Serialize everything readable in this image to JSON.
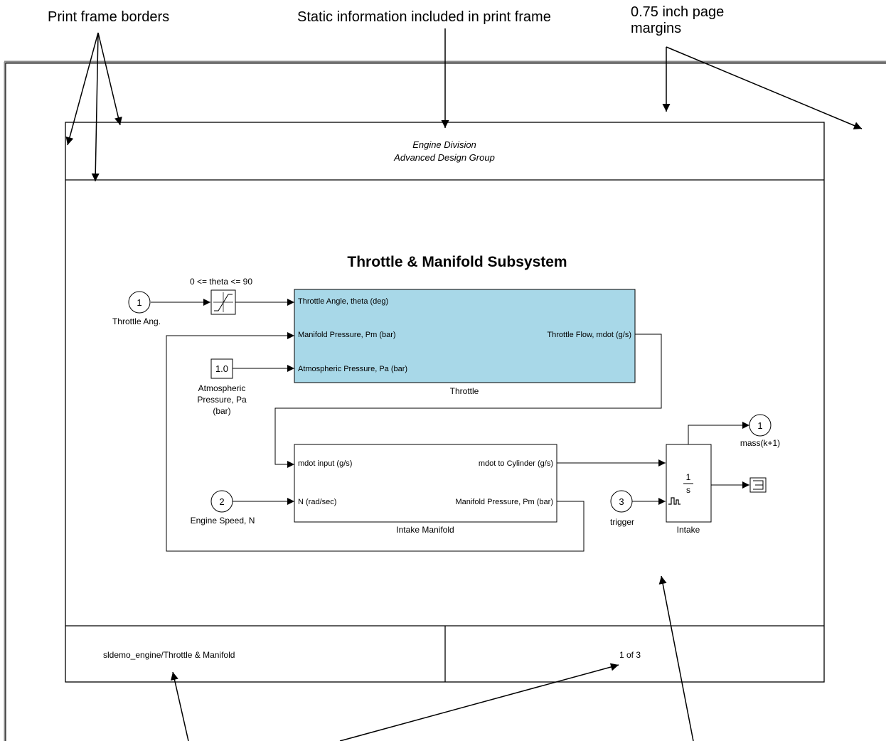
{
  "callouts": {
    "borders": "Print frame borders",
    "static_info": "Static information included in print frame",
    "margins_line1": "0.75 inch page",
    "margins_line2": "margins"
  },
  "frame": {
    "header_line1": "Engine Division",
    "header_line2": "Advanced Design Group",
    "footer_left": "sldemo_engine/Throttle & Manifold",
    "footer_right": "1 of 3"
  },
  "diagram": {
    "title": "Throttle & Manifold Subsystem",
    "saturation_label": "0 <= theta <= 90",
    "inport1": {
      "number": "1",
      "label": "Throttle Ang."
    },
    "inport2": {
      "number": "2",
      "label": "Engine Speed, N"
    },
    "inport3": {
      "number": "3",
      "label": "trigger"
    },
    "outport1": {
      "number": "1",
      "label": "mass(k+1)"
    },
    "constant": {
      "value": "1.0",
      "label_line1": "Atmospheric",
      "label_line2": "Pressure, Pa",
      "label_line3": "(bar)"
    },
    "throttle": {
      "name": "Throttle",
      "color": "#a8d8e8",
      "in1": "Throttle Angle, theta (deg)",
      "in2": "Manifold Pressure, Pm (bar)",
      "in3": "Atmospheric Pressure, Pa (bar)",
      "out1": "Throttle  Flow, mdot  (g/s)"
    },
    "manifold": {
      "name": "Intake Manifold",
      "in1": "mdot input  (g/s)",
      "in2": "N (rad/sec)",
      "out1": "mdot to  Cylinder  (g/s)",
      "out2": "Manifold Pressure, Pm (bar)"
    },
    "intake": {
      "name": "Intake",
      "numerator": "1",
      "denominator": "s"
    }
  }
}
